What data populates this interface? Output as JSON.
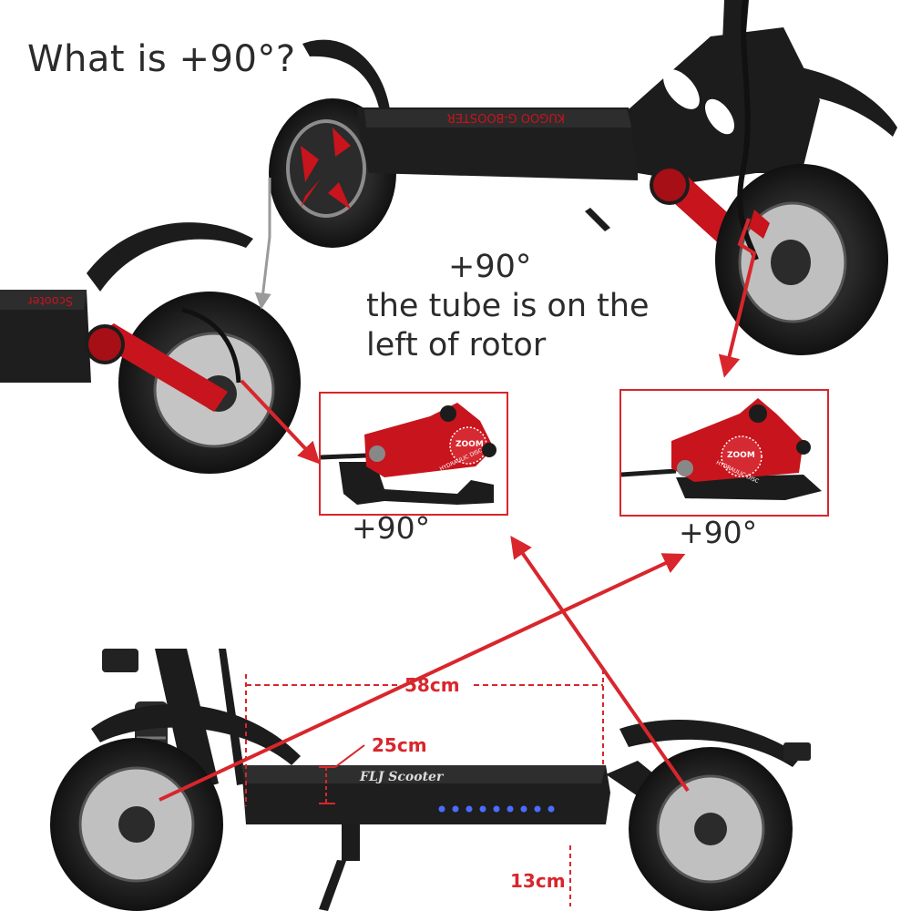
{
  "title": "What is +90°?",
  "description": {
    "line1": "+90°",
    "line2": "the tube is on the",
    "line3": "left of rotor"
  },
  "caliper_labels": {
    "left": "+90°",
    "right": "+90°"
  },
  "caliper_brand": "ZOOM",
  "caliper_type": "HYDRAULIC DISC",
  "deck_texts": {
    "top_scooter": "KUGOO G-BOOSTER",
    "left_scooter": "Scooter",
    "bottom_scooter": "FLJ Scooter"
  },
  "measurements": {
    "length": "58cm",
    "height": "25cm",
    "clearance": "13cm"
  },
  "colors": {
    "accent_red": "#d8262c",
    "caliper_red": "#c8141c",
    "scooter_black": "#1c1c1c",
    "arrow_gray": "#9a9a9a"
  }
}
